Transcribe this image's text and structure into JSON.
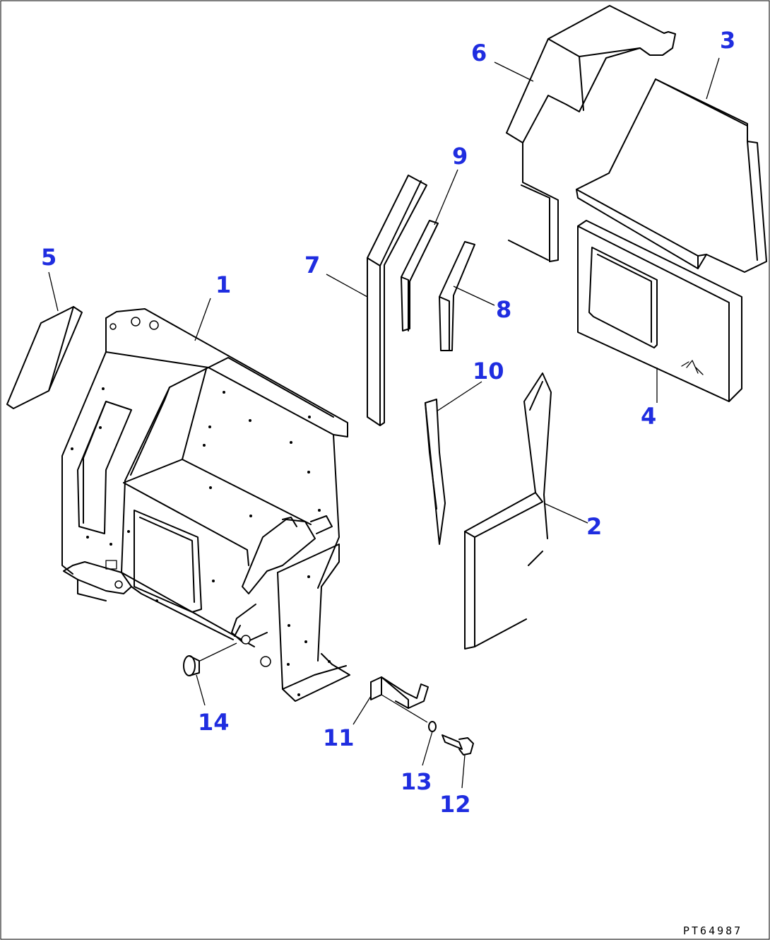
{
  "drawing_number": "PT64987",
  "callouts": [
    {
      "id": "1",
      "label": "1"
    },
    {
      "id": "2",
      "label": "2"
    },
    {
      "id": "3",
      "label": "3"
    },
    {
      "id": "4",
      "label": "4"
    },
    {
      "id": "5",
      "label": "5"
    },
    {
      "id": "6",
      "label": "6"
    },
    {
      "id": "7",
      "label": "7"
    },
    {
      "id": "8",
      "label": "8"
    },
    {
      "id": "9",
      "label": "9"
    },
    {
      "id": "10",
      "label": "10"
    },
    {
      "id": "11",
      "label": "11"
    },
    {
      "id": "12",
      "label": "12"
    },
    {
      "id": "13",
      "label": "13"
    },
    {
      "id": "14",
      "label": "14"
    }
  ],
  "colors": {
    "callout": "#1f2de0",
    "line": "#000000",
    "background": "#ffffff"
  }
}
